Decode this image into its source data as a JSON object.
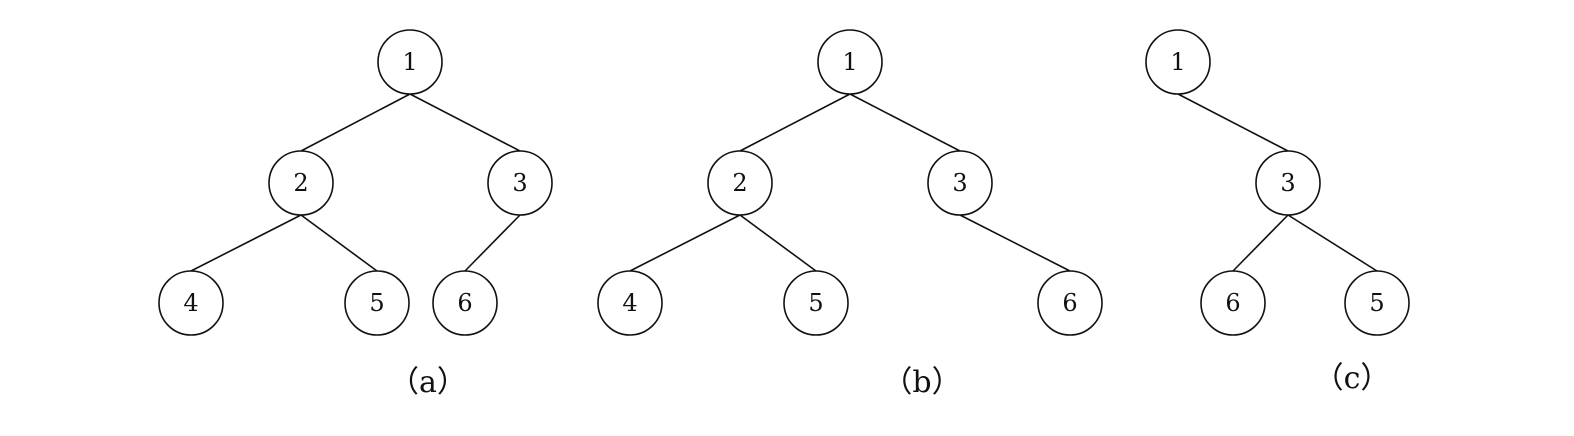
{
  "colors": {
    "stroke": "#111111",
    "background": "#ffffff"
  },
  "trees": [
    {
      "caption": "（a）",
      "nodes": [
        {
          "id": "a1",
          "label": "1"
        },
        {
          "id": "a2",
          "label": "2"
        },
        {
          "id": "a3",
          "label": "3"
        },
        {
          "id": "a4",
          "label": "4"
        },
        {
          "id": "a5",
          "label": "5"
        },
        {
          "id": "a6",
          "label": "6"
        }
      ],
      "edges": [
        [
          "a1",
          "a2"
        ],
        [
          "a1",
          "a3"
        ],
        [
          "a2",
          "a4"
        ],
        [
          "a2",
          "a5"
        ],
        [
          "a3",
          "a6"
        ]
      ]
    },
    {
      "caption": "（b）",
      "nodes": [
        {
          "id": "b1",
          "label": "1"
        },
        {
          "id": "b2",
          "label": "2"
        },
        {
          "id": "b3",
          "label": "3"
        },
        {
          "id": "b4",
          "label": "4"
        },
        {
          "id": "b5",
          "label": "5"
        },
        {
          "id": "b6",
          "label": "6"
        }
      ],
      "edges": [
        [
          "b1",
          "b2"
        ],
        [
          "b1",
          "b3"
        ],
        [
          "b2",
          "b4"
        ],
        [
          "b2",
          "b5"
        ],
        [
          "b3",
          "b6"
        ]
      ]
    },
    {
      "caption": "（c）",
      "nodes": [
        {
          "id": "c1",
          "label": "1"
        },
        {
          "id": "c3",
          "label": "3"
        },
        {
          "id": "c6",
          "label": "6"
        },
        {
          "id": "c5",
          "label": "5"
        }
      ],
      "edges": [
        [
          "c1",
          "c3"
        ],
        [
          "c3",
          "c6"
        ],
        [
          "c3",
          "c5"
        ]
      ]
    }
  ]
}
